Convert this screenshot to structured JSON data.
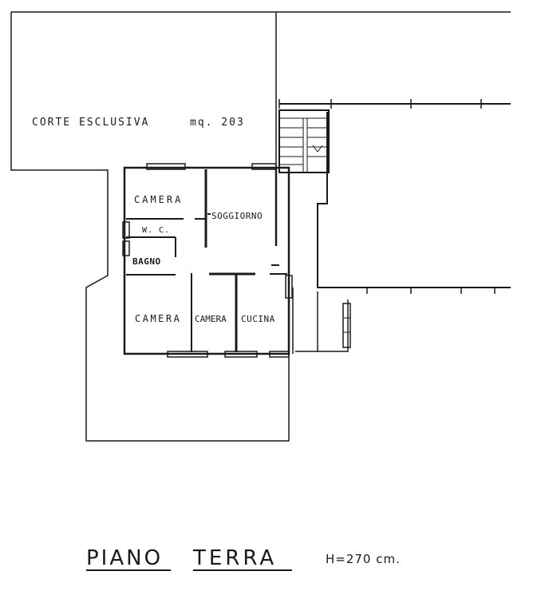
{
  "plan": {
    "court_label": "CORTE ESCLUSIVA",
    "court_area": "mq. 203",
    "rooms": {
      "camera_top": "CAMERA",
      "soggiorno": "SOGGIORNO",
      "wc": "W. C.",
      "bagno": "BAGNO",
      "camera_bl": "CAMERA",
      "camera_mid": "CAMERA",
      "cucina": "CUCINA"
    }
  },
  "footer": {
    "title_word1": "PIANO",
    "title_word2": "TERRA",
    "height_note": "H=270 cm."
  }
}
